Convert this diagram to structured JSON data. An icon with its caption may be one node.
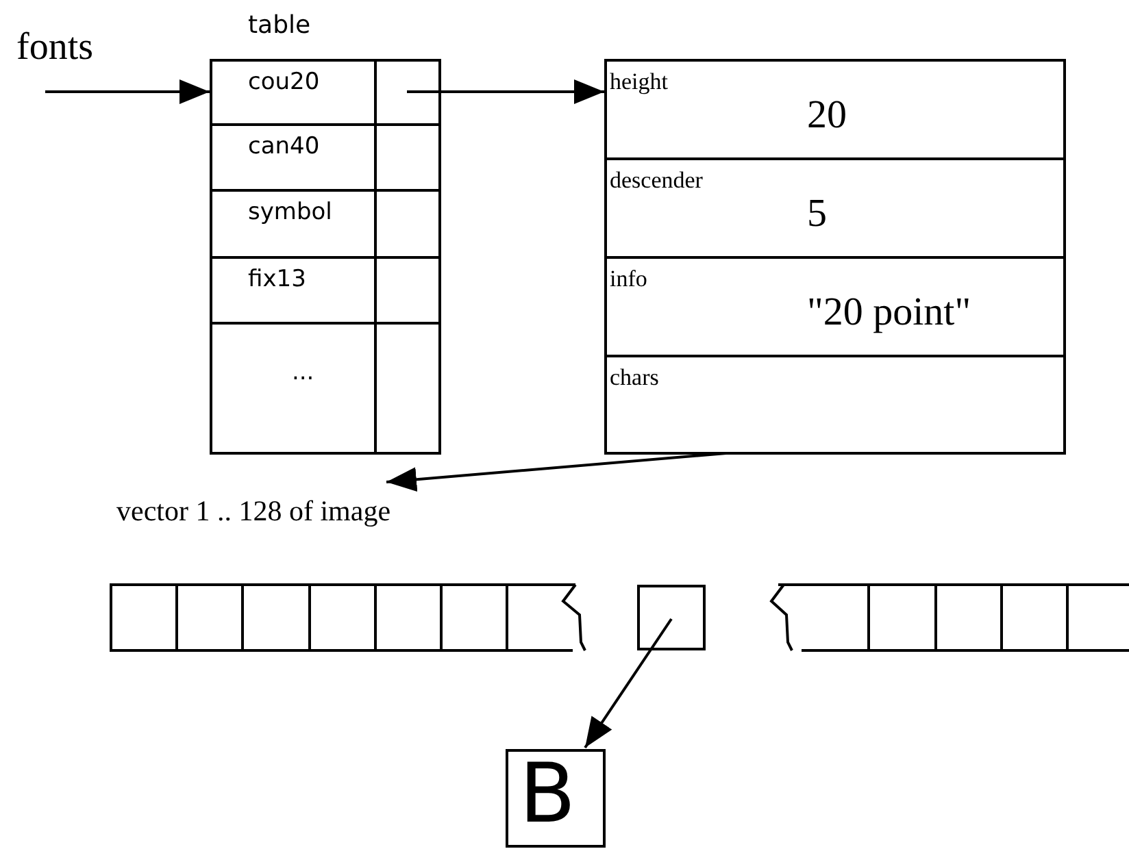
{
  "diagram": {
    "nodes": [
      {
        "text": [
          "table"
        ]
      },
      {
        "text": [
          "cou20"
        ],
        "in": 0
      },
      {
        "text": [
          "can40"
        ],
        "in": 0
      },
      {
        "text": [
          "symbol"
        ],
        "in": 0
      },
      {
        "text": [
          "fix13"
        ],
        "in": 0
      },
      {
        "text": [
          "..."
        ],
        "in": 0
      },
      {
        "text": [],
        "shape": "box"
      },
      {
        "text": [
          "height",
          "20"
        ],
        "in": 6
      },
      {
        "text": [
          "descender",
          "5"
        ],
        "in": 6
      },
      {
        "text": [
          "info",
          "\"20 point\""
        ],
        "in": 6
      },
      {
        "text": [
          "chars"
        ],
        "in": 6
      },
      {
        "text": [
          "vector 1 .. 128 of image"
        ]
      },
      {
        "text": [],
        "shape": "box",
        "in": 11
      },
      {
        "text": [
          "B"
        ]
      }
    ],
    "edges": [
      {
        "from": null,
        "to": 1,
        "arrow": "to",
        "label": "fonts"
      },
      {
        "from": 1,
        "to": 7,
        "arrow": "to"
      },
      {
        "from": 10,
        "to": 11,
        "arrow": "to"
      },
      {
        "from": 12,
        "to": 13,
        "arrow": "to"
      }
    ]
  }
}
